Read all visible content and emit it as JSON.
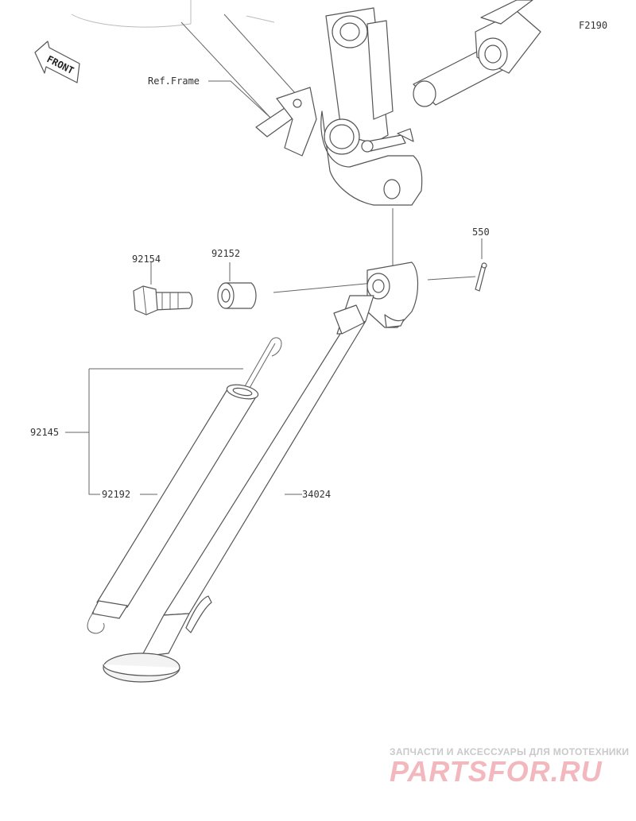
{
  "diagram_code": "F2190",
  "front_label": "FRONT",
  "ref_frame_label": "Ref.Frame",
  "parts": {
    "p550": "550",
    "p92154": "92154",
    "p92152": "92152",
    "p92145": "92145",
    "p92192": "92192",
    "p34024": "34024"
  },
  "watermark": {
    "tagline": "ЗАПЧАСТИ И АКСЕССУАРЫ ДЛЯ МОТОТЕХНИКИ",
    "brand": "PARTSFOR.RU"
  },
  "colors": {
    "line": "#555555",
    "watermark_red": "#f2b8bd",
    "watermark_gray": "#c9c9c9"
  }
}
